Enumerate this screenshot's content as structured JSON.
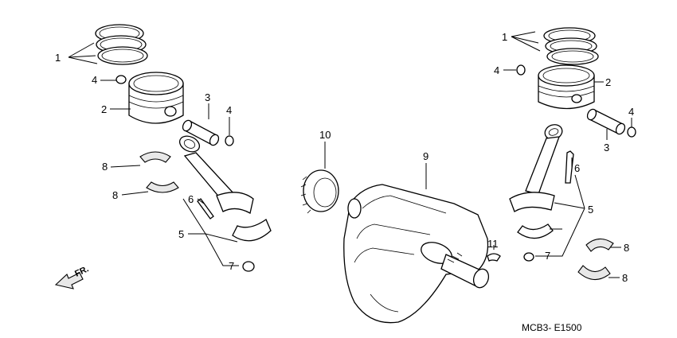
{
  "diagram": {
    "code": "MCB3- E1500",
    "direction": "FR.",
    "callouts": [
      "1",
      "4",
      "2",
      "3",
      "4",
      "8",
      "8",
      "6",
      "5",
      "7",
      "10",
      "9",
      "1",
      "4",
      "2",
      "4",
      "3",
      "6",
      "5",
      "11",
      "7",
      "8",
      "8"
    ]
  }
}
